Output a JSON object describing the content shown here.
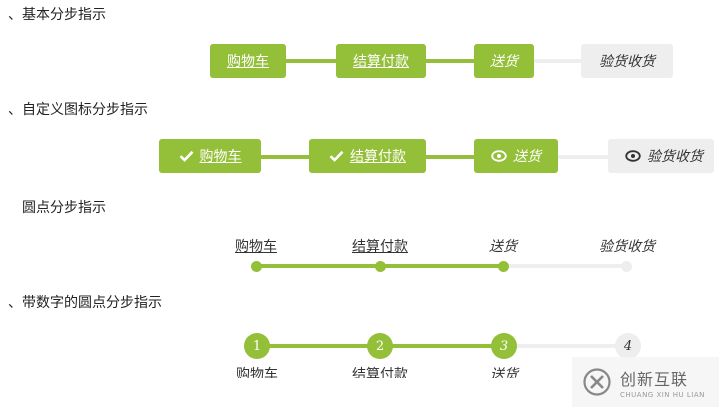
{
  "sections": [
    {
      "heading": "、基本分步指示"
    },
    {
      "heading": "、自定义图标分步指示"
    },
    {
      "heading": "圆点分步指示"
    },
    {
      "heading": "、带数字的圆点分步指示"
    }
  ],
  "steps": [
    "购物车",
    "结算付款",
    "送货",
    "验货收货"
  ],
  "numbers": [
    "1",
    "2",
    "3",
    "4"
  ],
  "icons": {
    "done": "check-icon",
    "current": "eye-icon",
    "pending": "eye-icon"
  },
  "colors": {
    "active": "#94bf38",
    "inactive": "#eeeeee"
  },
  "watermark": {
    "title": "创新互联",
    "subtitle": "CHUANG XIN HU LIAN"
  }
}
